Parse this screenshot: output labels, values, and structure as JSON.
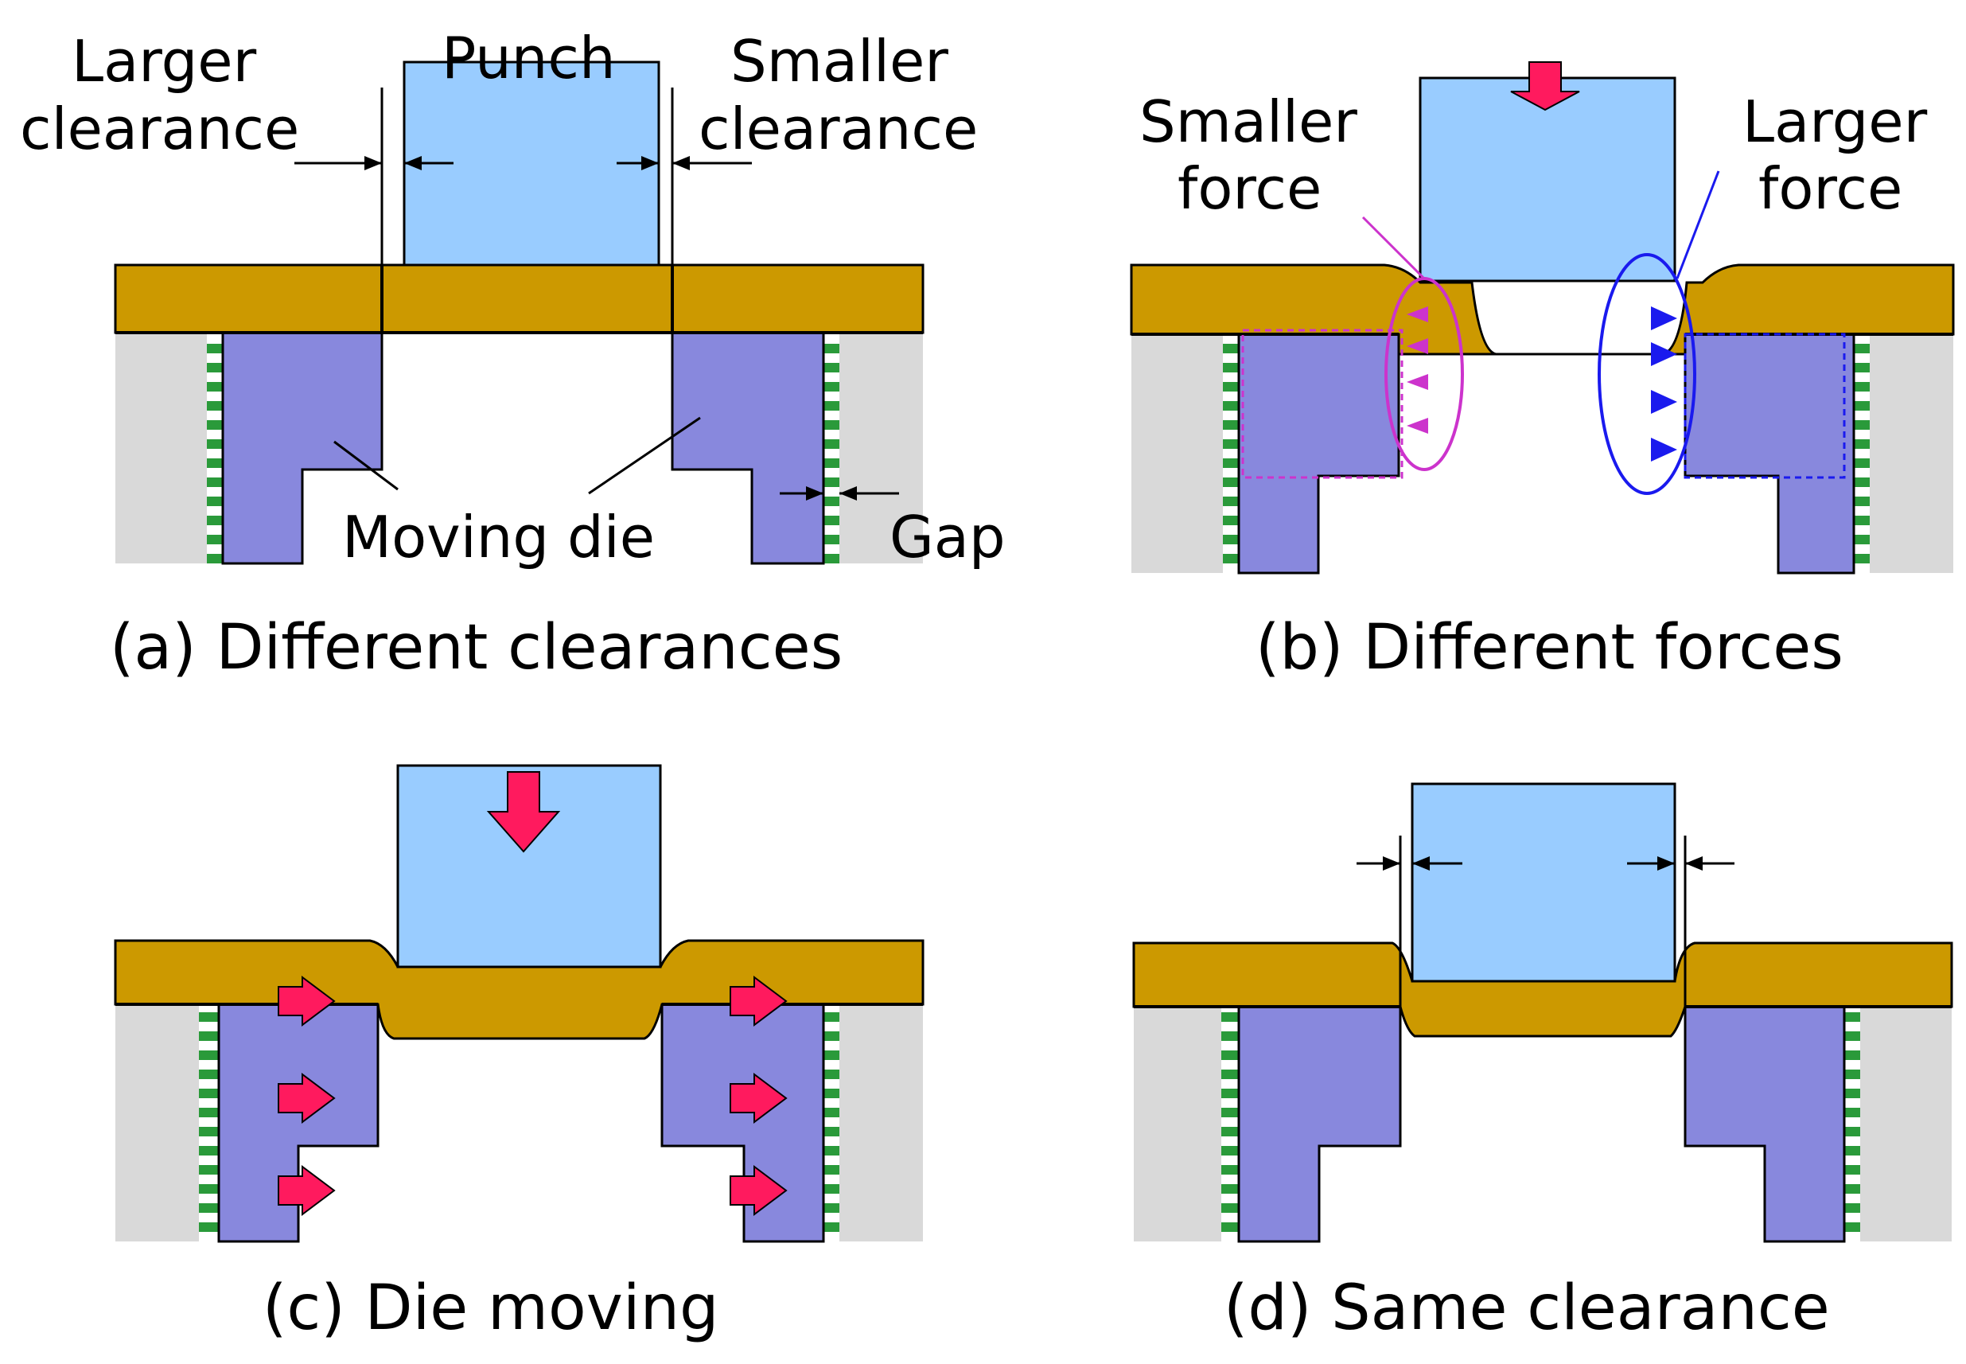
{
  "colors": {
    "punch": "#99ccff",
    "sheet": "#cc9900",
    "moving_die": "#8888dd",
    "holder": "#d9d9d9",
    "gap_stripe_green": "#2a9a3a",
    "push_arrow": "#ff1a5e",
    "smaller_force": "#cc33cc",
    "larger_force": "#1a1aee"
  },
  "icons": {
    "press_arrow": "down-arrow-icon",
    "die_push_arrow": "right-arrow-icon",
    "dimension_arrow": "dimension-arrow-icon"
  },
  "panel_a": {
    "larger_clearance_line1": "Larger",
    "larger_clearance_line2": "clearance",
    "punch": "Punch",
    "smaller_clearance_line1": "Smaller",
    "smaller_clearance_line2": "clearance",
    "moving_die": "Moving die",
    "gap": "Gap",
    "caption": "(a) Different clearances"
  },
  "panel_b": {
    "smaller_force_line1": "Smaller",
    "smaller_force_line2": "force",
    "larger_force_line1": "Larger",
    "larger_force_line2": "force",
    "caption": "(b) Different forces"
  },
  "panel_c": {
    "caption": "(c) Die moving"
  },
  "panel_d": {
    "caption": "(d) Same clearance"
  }
}
